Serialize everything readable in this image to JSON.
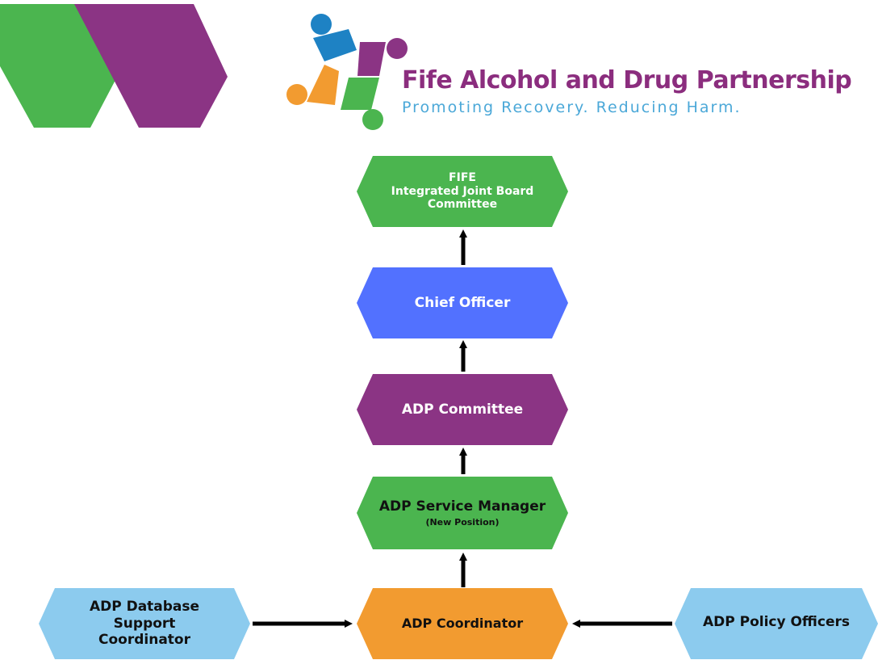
{
  "brand": {
    "title": "Fife Alcohol and Drug Partnership",
    "tagline": "Promoting Recovery. Reducing Harm.",
    "colors": {
      "green": "#4bb54f",
      "purple": "#8b3484",
      "blue": "#5271ff",
      "orange": "#f29b30",
      "light_blue": "#8ccbee",
      "logo_blue": "#1e82c4"
    },
    "logo_icon": "people-circle-logo"
  },
  "nodes": {
    "ijb": {
      "line1": "FIFE",
      "line2": "Integrated Joint Board",
      "line3": "Committee"
    },
    "chief_officer": {
      "label": "Chief Officer"
    },
    "adp_committee": {
      "label": "ADP Committee"
    },
    "service_manager": {
      "label": "ADP Service Manager",
      "note": "(New Position)"
    },
    "coordinator": {
      "label": "ADP Coordinator"
    },
    "database_support": {
      "line1": "ADP Database",
      "line2": "Support",
      "line3": "Coordinator"
    },
    "policy_officers": {
      "label": "ADP Policy Officers"
    }
  }
}
